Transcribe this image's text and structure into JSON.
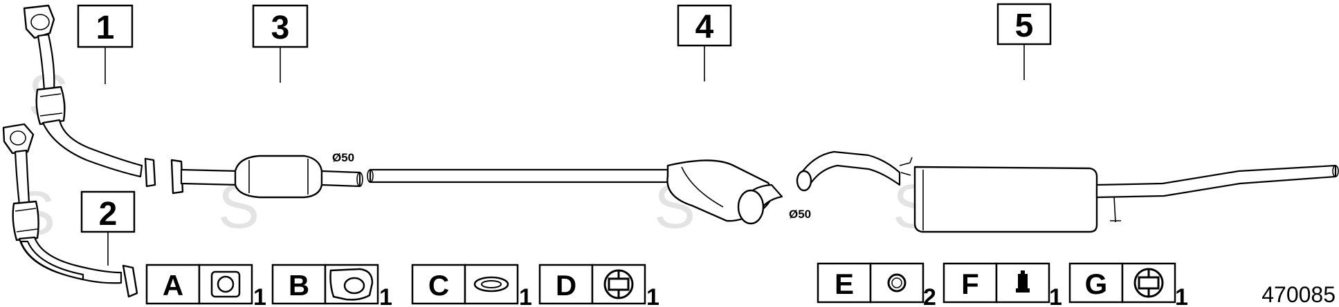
{
  "part_labels": [
    "1",
    "2",
    "3",
    "4",
    "5"
  ],
  "diameters": [
    "Ø50",
    "Ø50"
  ],
  "accessories": [
    {
      "letter": "A",
      "qty": "1",
      "icon": "square-flange-gasket-icon"
    },
    {
      "letter": "B",
      "qty": "1",
      "icon": "triangular-flange-gasket-icon"
    },
    {
      "letter": "C",
      "qty": "1",
      "icon": "oval-ring-gasket-icon"
    },
    {
      "letter": "D",
      "qty": "1",
      "icon": "rubber-hanger-icon"
    },
    {
      "letter": "E",
      "qty": "2",
      "icon": "ring-clamp-icon"
    },
    {
      "letter": "F",
      "qty": "1",
      "icon": "bolt-mount-icon"
    },
    {
      "letter": "G",
      "qty": "1",
      "icon": "rubber-hanger-icon"
    }
  ],
  "diagram_number": "470085",
  "watermark": "S"
}
